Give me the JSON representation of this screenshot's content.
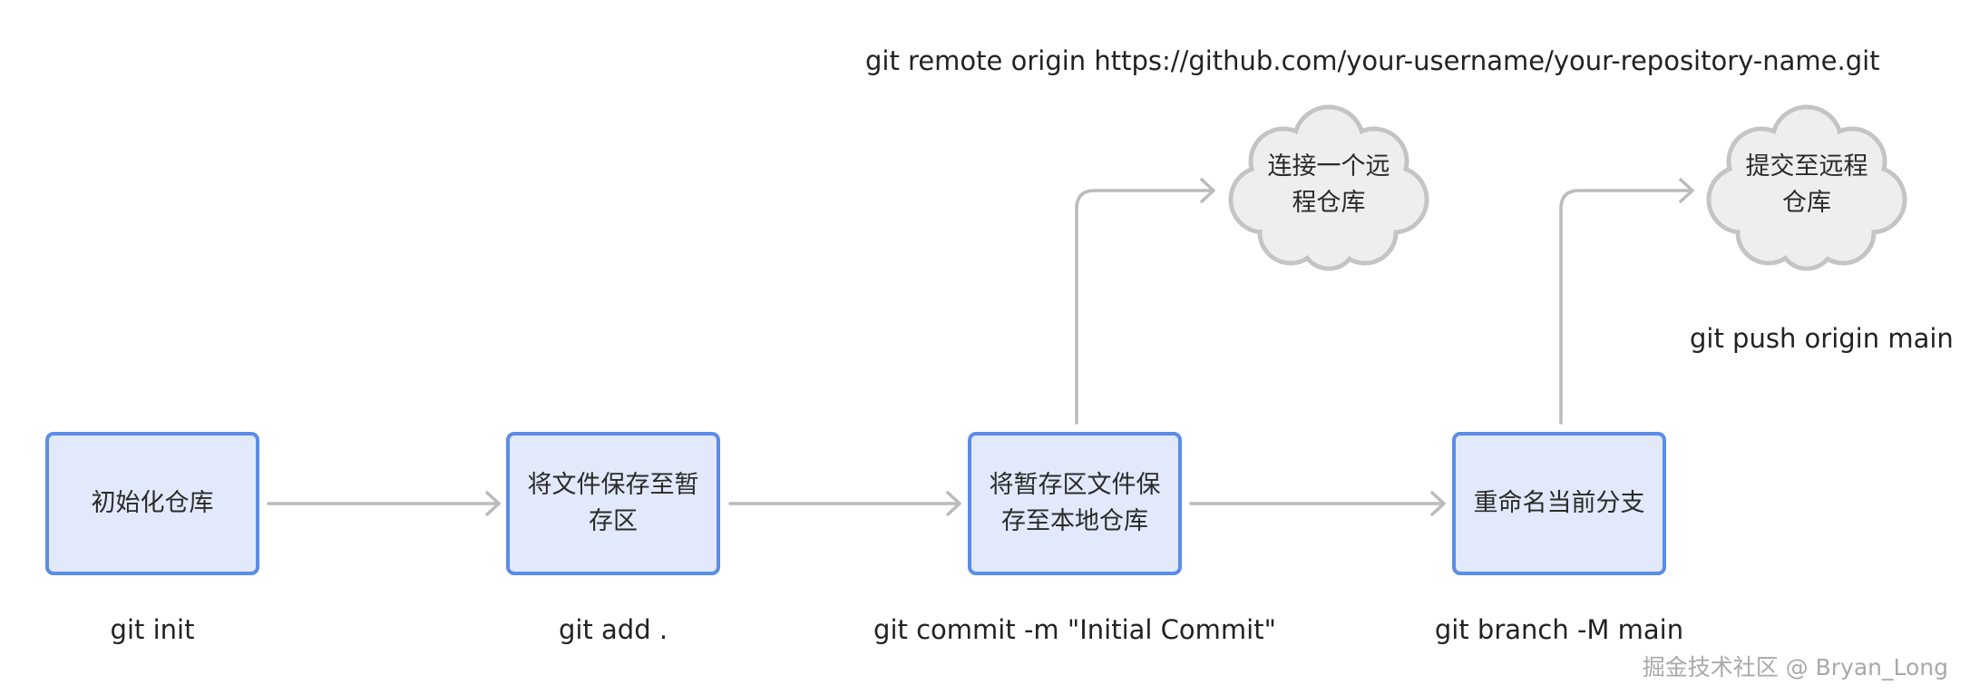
{
  "colors": {
    "box_fill": "#e1e9fb",
    "box_border": "#5b8ce8",
    "cloud_fill": "#eeeeee",
    "cloud_border": "#c4c4c4",
    "connector": "#bbbbbb"
  },
  "steps": [
    {
      "label": "初始化仓库",
      "command": "git init"
    },
    {
      "label": "将文件保存至暂存区",
      "command": "git add ."
    },
    {
      "label": "将暂存区文件保存至本地仓库",
      "command": "git commit -m \"Initial Commit\""
    },
    {
      "label": "重命名当前分支",
      "command": "git branch -M main"
    }
  ],
  "remote_steps": [
    {
      "label": "连接一个远程仓库",
      "command": "git remote origin https://github.com/your-username/your-repository-name.git"
    },
    {
      "label": "提交至远程仓库",
      "command": "git push origin main"
    }
  ],
  "watermark": "掘金技术社区 @ Bryan_Long"
}
